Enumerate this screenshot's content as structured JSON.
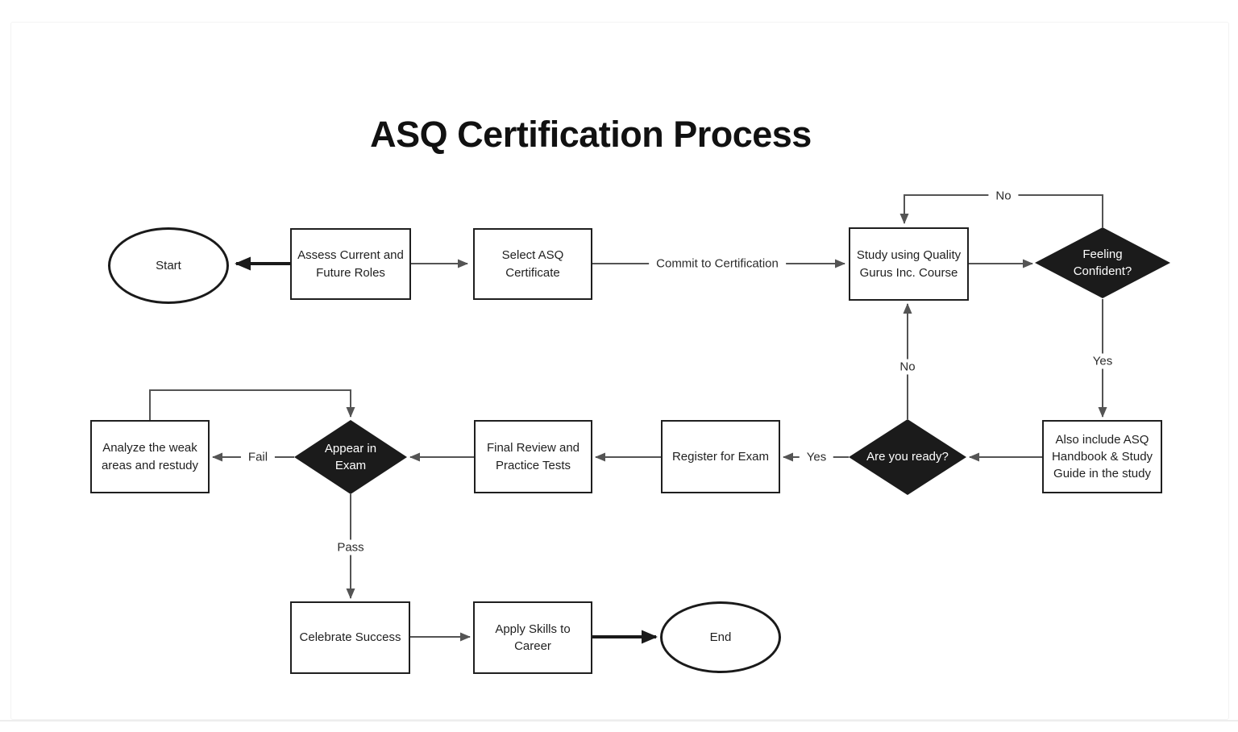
{
  "title": "ASQ Certification Process",
  "colors": {
    "shape_outline": "#1f1f1f",
    "decision_fill": "#1b1b1b",
    "decision_text": "#ffffff",
    "arrow": "#545454",
    "arrow_emphasis": "#1a1a1a",
    "text": "#1f1f1f",
    "canvas_bg": "#ffffff",
    "card_border": "#f3f3f3",
    "footer_line": "#ededed"
  },
  "nodes": {
    "start": {
      "shape": "ellipse",
      "label": "Start"
    },
    "assess": {
      "shape": "rect",
      "label": "Assess Current and Future Roles"
    },
    "select": {
      "shape": "rect",
      "label": "Select ASQ Certificate"
    },
    "study": {
      "shape": "rect",
      "label": "Study using Quality Gurus Inc. Course"
    },
    "feeling_confident": {
      "shape": "diamond",
      "label": "Feeling Confident?"
    },
    "also_include": {
      "shape": "rect",
      "label": "Also include ASQ Handbook & Study Guide in the study"
    },
    "are_you_ready": {
      "shape": "diamond",
      "label": "Are you ready?"
    },
    "register": {
      "shape": "rect",
      "label": "Register for Exam"
    },
    "final_review": {
      "shape": "rect",
      "label": "Final Review and Practice Tests"
    },
    "appear_exam": {
      "shape": "diamond",
      "label": "Appear in Exam"
    },
    "analyze": {
      "shape": "rect",
      "label": "Analyze the weak areas and restudy"
    },
    "celebrate": {
      "shape": "rect",
      "label": "Celebrate Success"
    },
    "apply_skills": {
      "shape": "rect",
      "label": "Apply Skills to Career"
    },
    "end": {
      "shape": "ellipse",
      "label": "End"
    }
  },
  "edge_labels": {
    "commit": "Commit to Certification",
    "feeling_no": "No",
    "feeling_yes": "Yes",
    "ready_yes": "Yes",
    "ready_no": "No",
    "fail": "Fail",
    "pass": "Pass"
  }
}
